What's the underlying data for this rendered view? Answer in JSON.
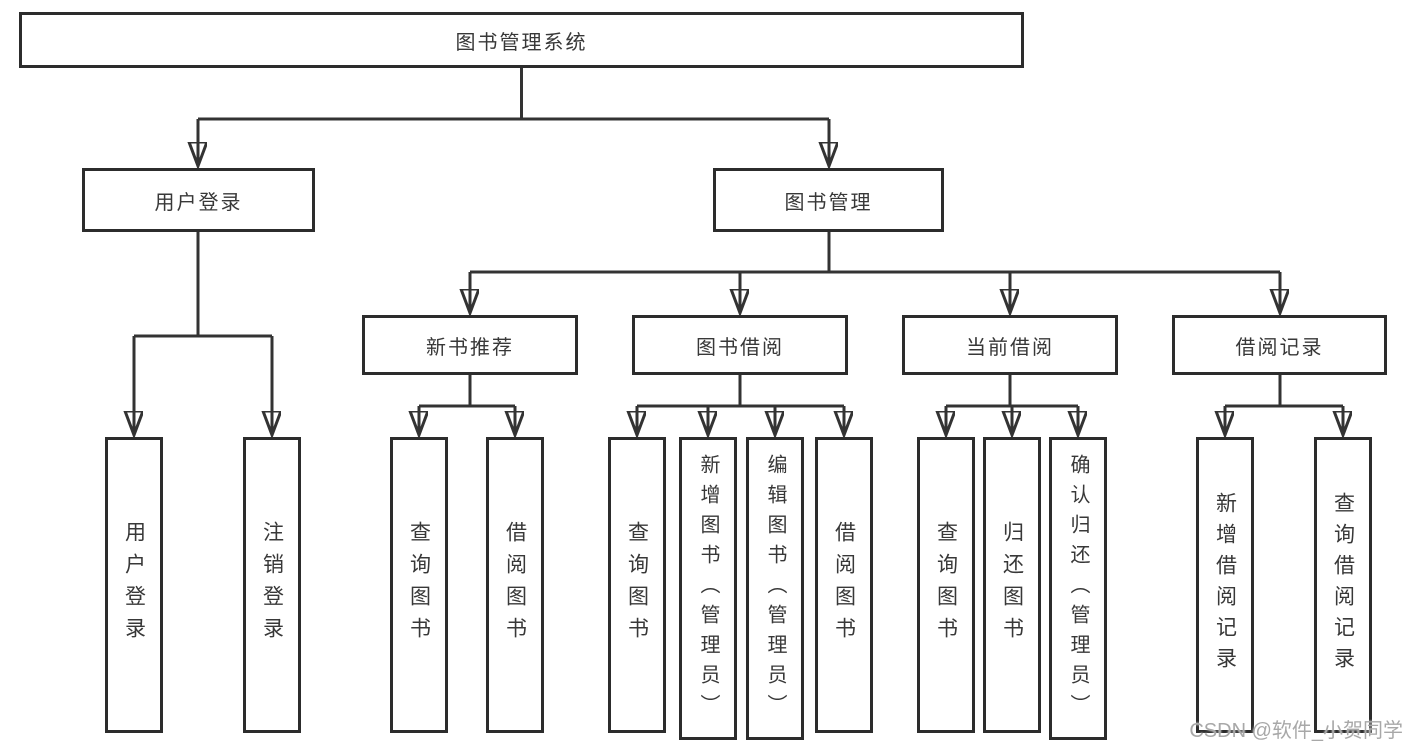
{
  "colors": {
    "line": "#333333",
    "border": "#2c2c2c",
    "text": "#383838",
    "watermark": "#a8a8a8",
    "bg": "#ffffff"
  },
  "root": {
    "label": "图书管理系统"
  },
  "branches": [
    {
      "label": "用户登录",
      "leaves": [
        {
          "label": "用户登录"
        },
        {
          "label": "注销登录"
        }
      ]
    },
    {
      "label": "图书管理",
      "sections": [
        {
          "label": "新书推荐",
          "leaves": [
            {
              "label": "查询图书"
            },
            {
              "label": "借阅图书"
            }
          ]
        },
        {
          "label": "图书借阅",
          "leaves": [
            {
              "label": "查询图书"
            },
            {
              "label": "新增图书（管理员）"
            },
            {
              "label": "编辑图书（管理员）"
            },
            {
              "label": "借阅图书"
            }
          ]
        },
        {
          "label": "当前借阅",
          "leaves": [
            {
              "label": "查询图书"
            },
            {
              "label": "归还图书"
            },
            {
              "label": "确认归还（管理员）"
            }
          ]
        },
        {
          "label": "借阅记录",
          "leaves": [
            {
              "label": "新增借阅记录"
            },
            {
              "label": "查询借阅记录"
            }
          ]
        }
      ]
    }
  ],
  "watermark": {
    "text": "CSDN @软件_小贺同学"
  }
}
